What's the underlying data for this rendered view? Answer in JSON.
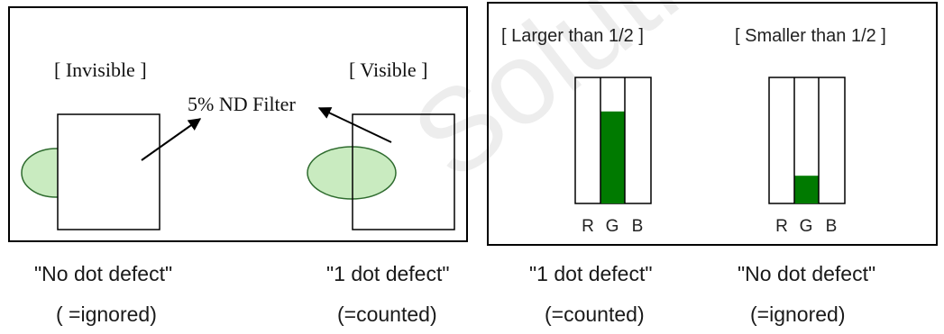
{
  "left_panel": {
    "label_invisible": "[ Invisible ]",
    "label_visible": "[ Visible ]",
    "filter_label": "5% ND Filter"
  },
  "right_panel": {
    "label_larger": "[ Larger than 1/2 ]",
    "label_smaller": "[ Smaller than 1/2 ]",
    "bar_larger": {
      "fill_fraction": 0.73,
      "channels": [
        "R",
        "G",
        "B"
      ]
    },
    "bar_smaller": {
      "fill_fraction": 0.22,
      "channels": [
        "R",
        "G",
        "B"
      ]
    }
  },
  "captions": [
    {
      "line1": "\"No dot defect\"",
      "line2": "( =ignored)"
    },
    {
      "line1": "\"1 dot defect\"",
      "line2": "(=counted)"
    },
    {
      "line1": "\"1 dot defect\"",
      "line2": "(=counted)"
    },
    {
      "line1": "\"No dot defect\"",
      "line2": "(=ignored)"
    }
  ],
  "watermark": "Solutions Co",
  "colors": {
    "ellipse_fill": "#c9ebc0",
    "ellipse_stroke": "#2e6b2e",
    "green_fill": "#007a00",
    "outline": "#000000"
  }
}
